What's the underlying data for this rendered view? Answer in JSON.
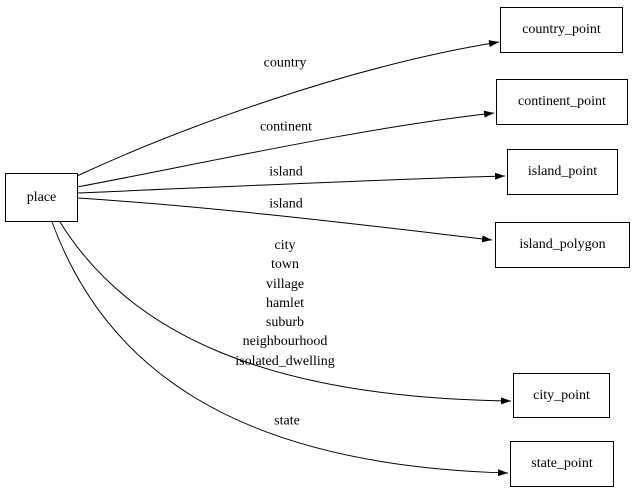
{
  "diagram": {
    "type": "directed-graph",
    "background_color": "#ffffff",
    "stroke_color": "#000000",
    "text_color": "#000000"
  },
  "nodes": {
    "place": {
      "label": "place"
    },
    "country_point": {
      "label": "country_point"
    },
    "continent_point": {
      "label": "continent_point"
    },
    "island_point": {
      "label": "island_point"
    },
    "island_polygon": {
      "label": "island_polygon"
    },
    "city_point": {
      "label": "city_point"
    },
    "state_point": {
      "label": "state_point"
    }
  },
  "edges": [
    {
      "from": "place",
      "to": "country_point",
      "label": "country"
    },
    {
      "from": "place",
      "to": "continent_point",
      "label": "continent"
    },
    {
      "from": "place",
      "to": "island_point",
      "label": "island"
    },
    {
      "from": "place",
      "to": "island_polygon",
      "label": "island"
    },
    {
      "from": "place",
      "to": "city_point",
      "label_lines": [
        "city",
        "town",
        "village",
        "hamlet",
        "suburb",
        "neighbourhood",
        "isolated_dwelling"
      ]
    },
    {
      "from": "place",
      "to": "state_point",
      "label": "state"
    }
  ]
}
